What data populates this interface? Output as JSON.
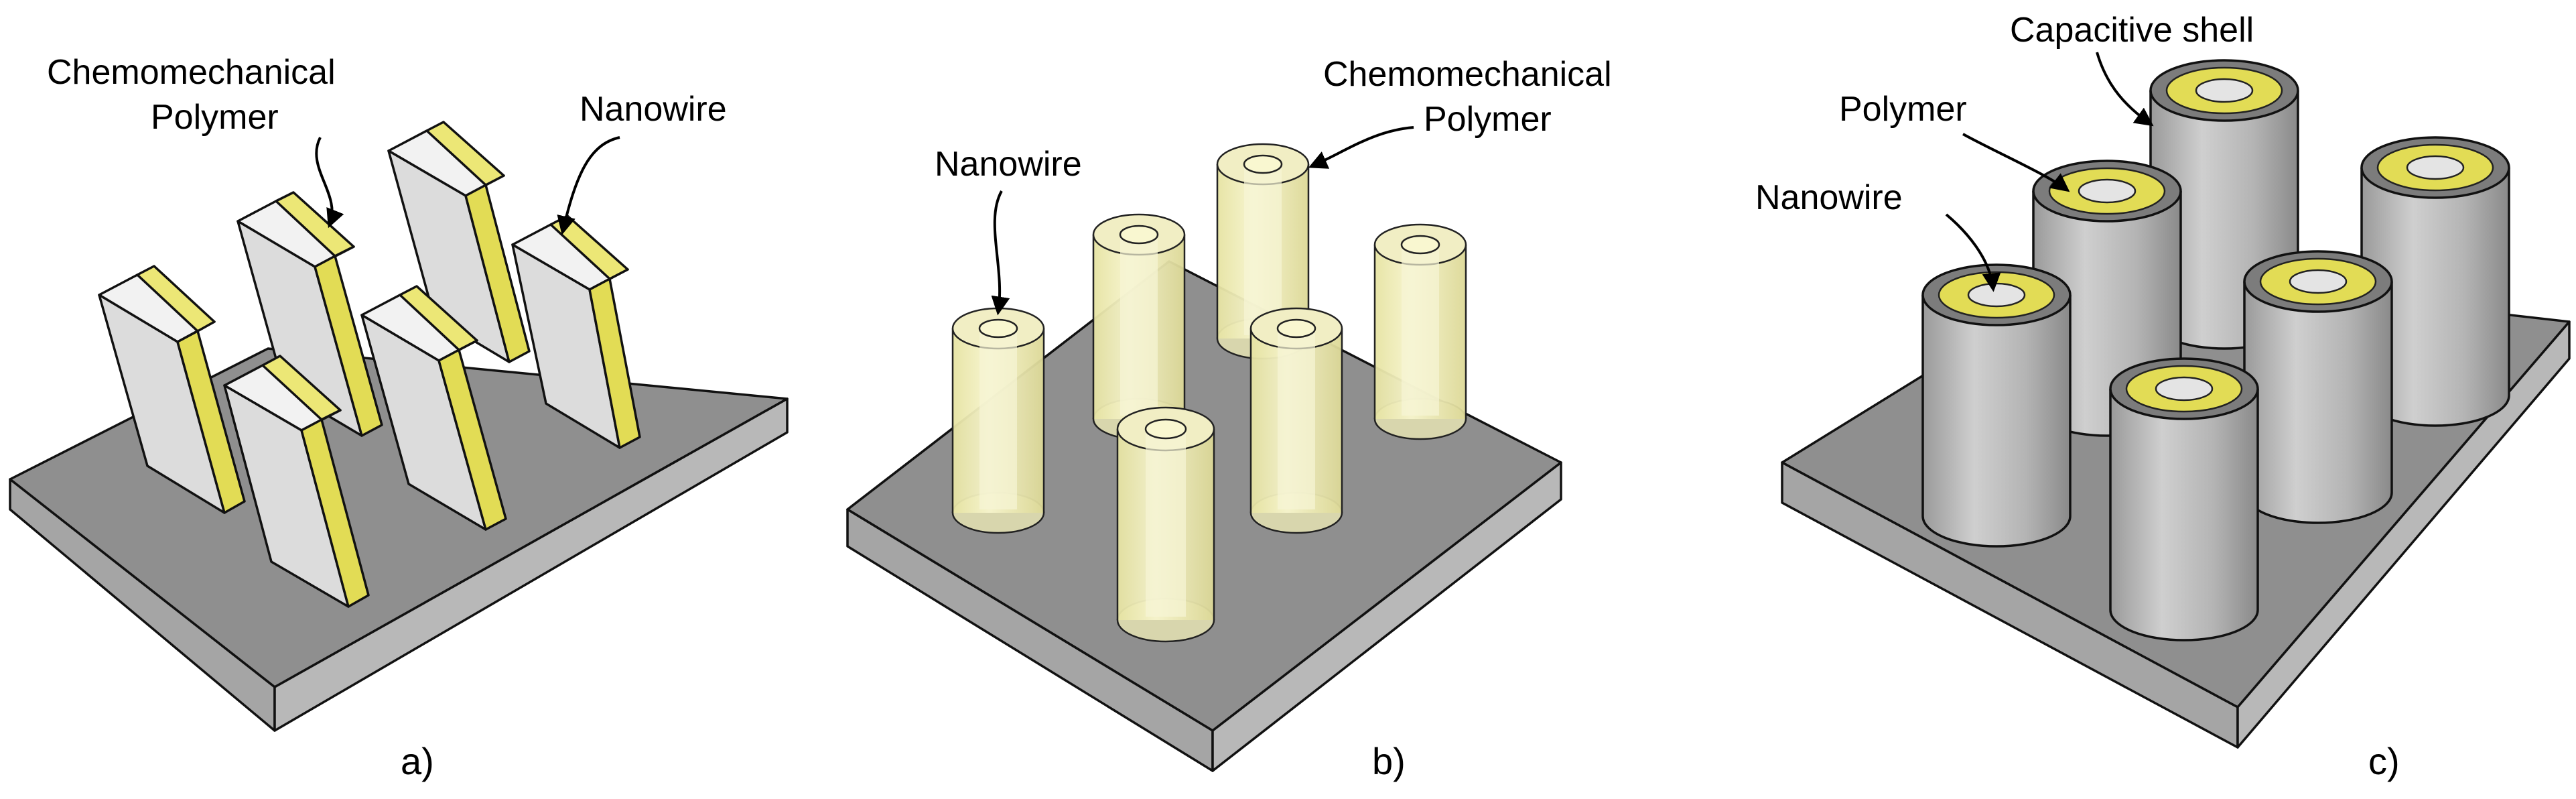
{
  "figure": {
    "panels": [
      {
        "id": "a",
        "caption": "a)",
        "labels": {
          "polymer": [
            "Chemomechanical",
            "Polymer"
          ],
          "nanowire": "Nanowire"
        }
      },
      {
        "id": "b",
        "caption": "b)",
        "labels": {
          "nanowire": "Nanowire",
          "polymer": [
            "Chemomechanical",
            "Polymer"
          ]
        }
      },
      {
        "id": "c",
        "caption": "c)",
        "labels": {
          "shell": "Capacitive shell",
          "polymer": "Polymer",
          "nanowire": "Nanowire"
        }
      }
    ],
    "colors": {
      "substrate_top": "#8c8c8c",
      "substrate_side": "#a6a6a6",
      "nanowire": "#e3e3e3",
      "polymer_yellow": "#e6e05a",
      "translucent_polymer": "#f3f0b8",
      "shell_gray": "#a9a9a9",
      "shell_dark": "#7a7a7a"
    }
  }
}
